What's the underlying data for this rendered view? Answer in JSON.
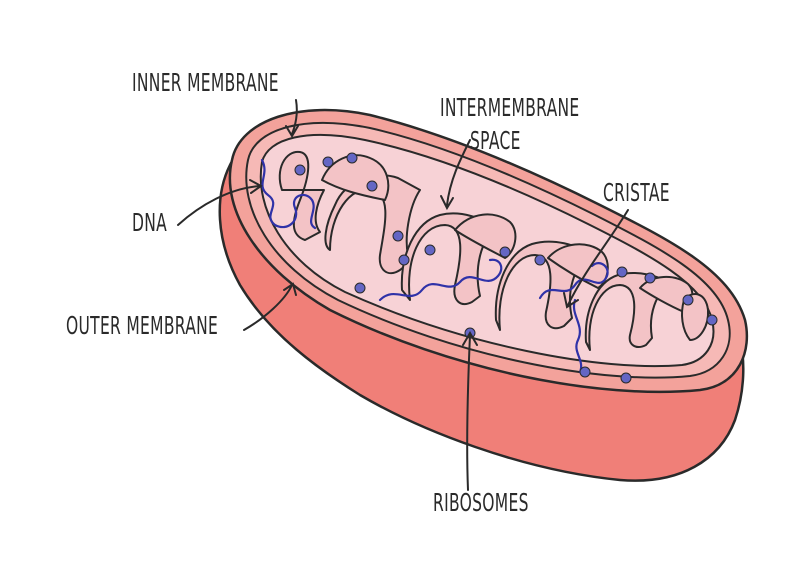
{
  "labels": {
    "inner_membrane": "INNER MEMBRANE",
    "intermembrane_line1": "INTERMEMBRANE",
    "intermembrane_line2": "SPACE",
    "cristae": "CRISTAE",
    "dna": "DNA",
    "outer_membrane": "OUTER MEMBRANE",
    "ribosomes": "RIBOSOMES"
  },
  "colors": {
    "outer_fill": "#f07f78",
    "outer_top": "#f3a29b",
    "intermembrane": "#f6b9b6",
    "matrix": "#f7d2d6",
    "cristae_fill": "#f3c3c6",
    "dna": "#2f32a8",
    "ribosome": "#6466c4",
    "outline": "#2a2a2a"
  }
}
